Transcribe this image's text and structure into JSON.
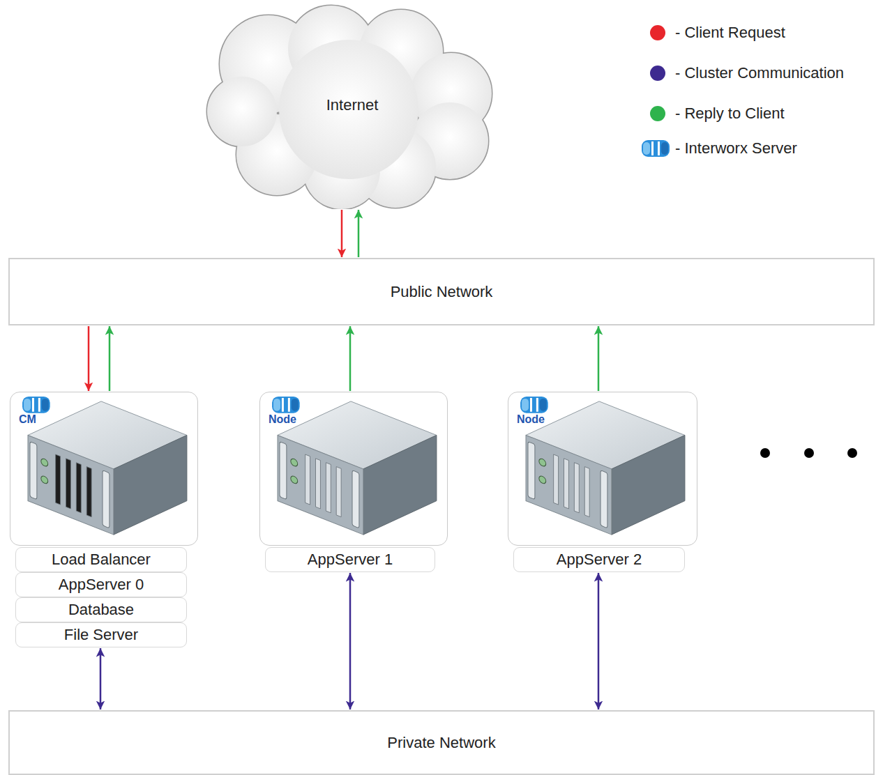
{
  "diagram": {
    "nodes": [
      {
        "text": [
          "Internet"
        ]
      },
      {
        "text": [
          "Public Network"
        ]
      },
      {
        "text": [
          "CM"
        ]
      },
      {
        "text": [
          "Load Balancer"
        ]
      },
      {
        "text": [
          "AppServer 0"
        ]
      },
      {
        "text": [
          "Database"
        ]
      },
      {
        "text": [
          "File Server"
        ]
      },
      {
        "text": [
          "Node"
        ]
      },
      {
        "text": [
          "AppServer 1"
        ]
      },
      {
        "text": [
          "Node"
        ]
      },
      {
        "text": [
          "AppServer 2"
        ]
      },
      {
        "text": [
          "Private Network"
        ]
      }
    ],
    "edges": [
      {
        "from": 0,
        "to": 1,
        "arrow": "to"
      },
      {
        "from": 1,
        "to": 0,
        "arrow": "to"
      },
      {
        "from": 1,
        "to": 2,
        "arrow": "to"
      },
      {
        "from": 2,
        "to": 1,
        "arrow": "to"
      },
      {
        "from": 7,
        "to": 1,
        "arrow": "to"
      },
      {
        "from": 9,
        "to": 1,
        "arrow": "to"
      },
      {
        "from": 6,
        "to": 11,
        "arrow": "both"
      },
      {
        "from": 8,
        "to": 11,
        "arrow": "both"
      },
      {
        "from": 10,
        "to": 11,
        "arrow": "both"
      }
    ],
    "legend": [
      {
        "text": "- Client Request",
        "color": "#e8262c"
      },
      {
        "text": "- Cluster Communication",
        "color": "#3d2a90"
      },
      {
        "text": "- Reply to Client",
        "color": "#2eb34d"
      },
      {
        "text": "- Interworx Server"
      }
    ]
  }
}
